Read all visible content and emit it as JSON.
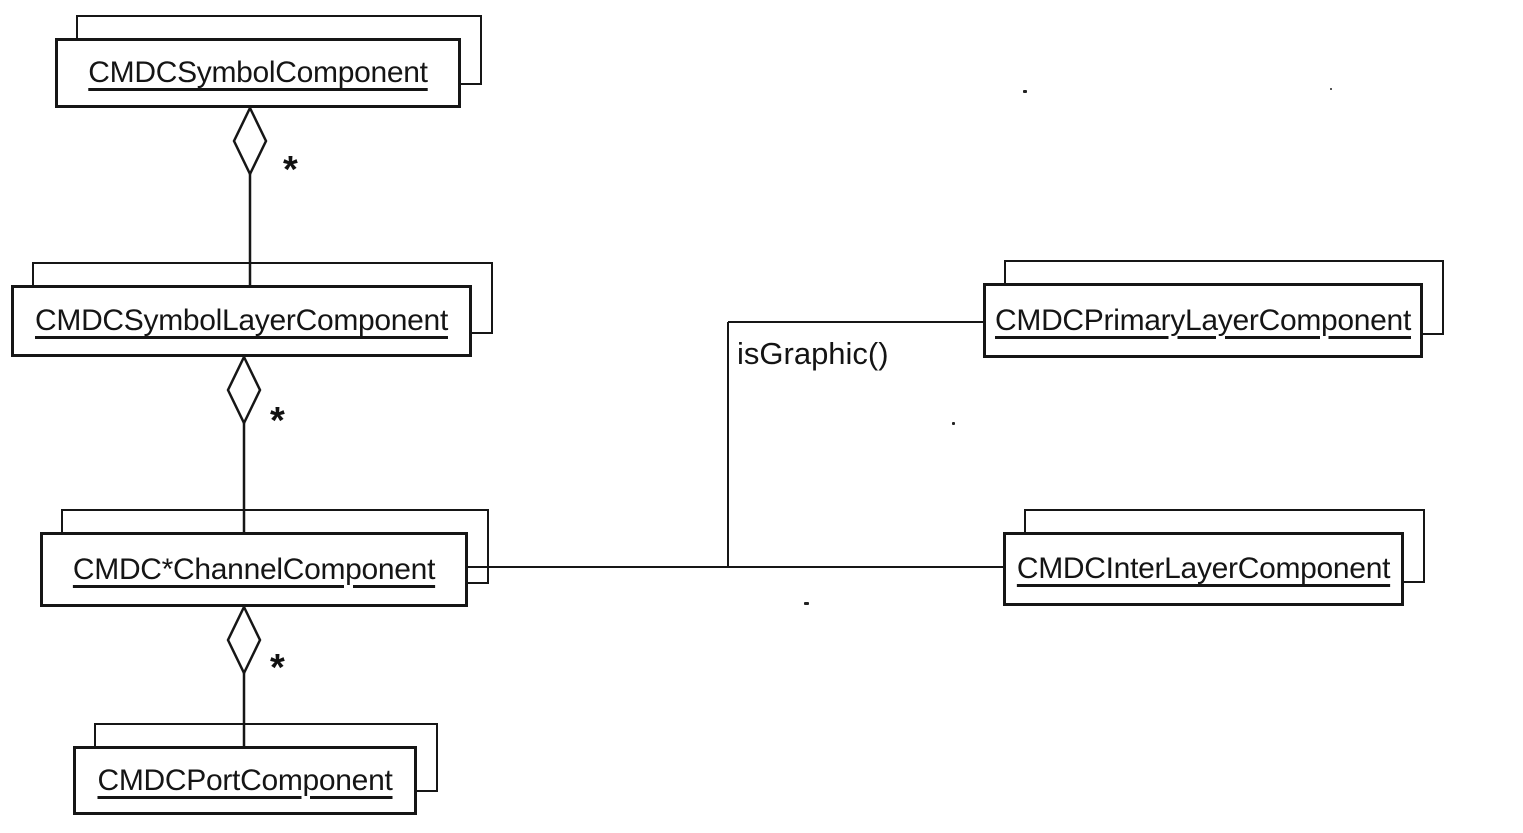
{
  "diagram": {
    "type": "uml-class-diagram",
    "style": "scanned-document, stacked multi-instance class boxes, underlined class names",
    "nodes": [
      {
        "id": "symbol",
        "label": "CMDCSymbolComponent"
      },
      {
        "id": "symbol_layer",
        "label": "CMDCSymbolLayerComponent"
      },
      {
        "id": "channel",
        "label": "CMDC*ChannelComponent"
      },
      {
        "id": "port",
        "label": "CMDCPortComponent"
      },
      {
        "id": "primary_layer",
        "label": "CMDCPrimaryLayerComponent"
      },
      {
        "id": "inter_layer",
        "label": "CMDCInterLayerComponent"
      }
    ],
    "edges": [
      {
        "from": "CMDCSymbolComponent",
        "to": "CMDCSymbolLayerComponent",
        "type": "aggregation",
        "multiplicity": "*"
      },
      {
        "from": "CMDCSymbolLayerComponent",
        "to": "CMDC*ChannelComponent",
        "type": "aggregation",
        "multiplicity": "*"
      },
      {
        "from": "CMDC*ChannelComponent",
        "to": "CMDCPortComponent",
        "type": "aggregation",
        "multiplicity": "*"
      },
      {
        "from": "CMDC*ChannelComponent",
        "to": "CMDCInterLayerComponent",
        "type": "association"
      },
      {
        "from": "CMDC*ChannelComponent",
        "to": "CMDCPrimaryLayerComponent",
        "type": "association",
        "label": "isGraphic()"
      }
    ]
  },
  "colors": {
    "background": "#ffffff",
    "line": "#161616",
    "text": "#151515"
  }
}
